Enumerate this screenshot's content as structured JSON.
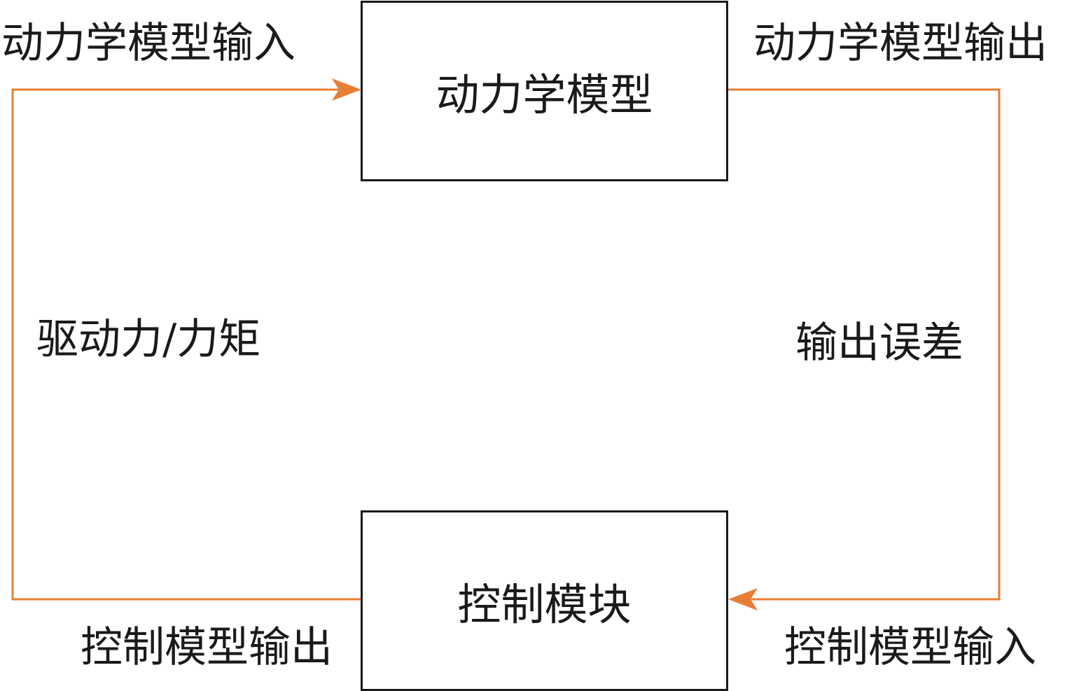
{
  "colors": {
    "arrow": "#E87D35",
    "box_border": "#1a1a1a"
  },
  "blocks": {
    "dynamics_model": "动力学模型",
    "control_module": "控制模块"
  },
  "labels": {
    "dynamics_input": "动力学模型输入",
    "dynamics_output": "动力学模型输出",
    "drive_force_torque": "驱动力/力矩",
    "output_error": "输出误差",
    "control_output": "控制模型输出",
    "control_input": "控制模型输入"
  }
}
